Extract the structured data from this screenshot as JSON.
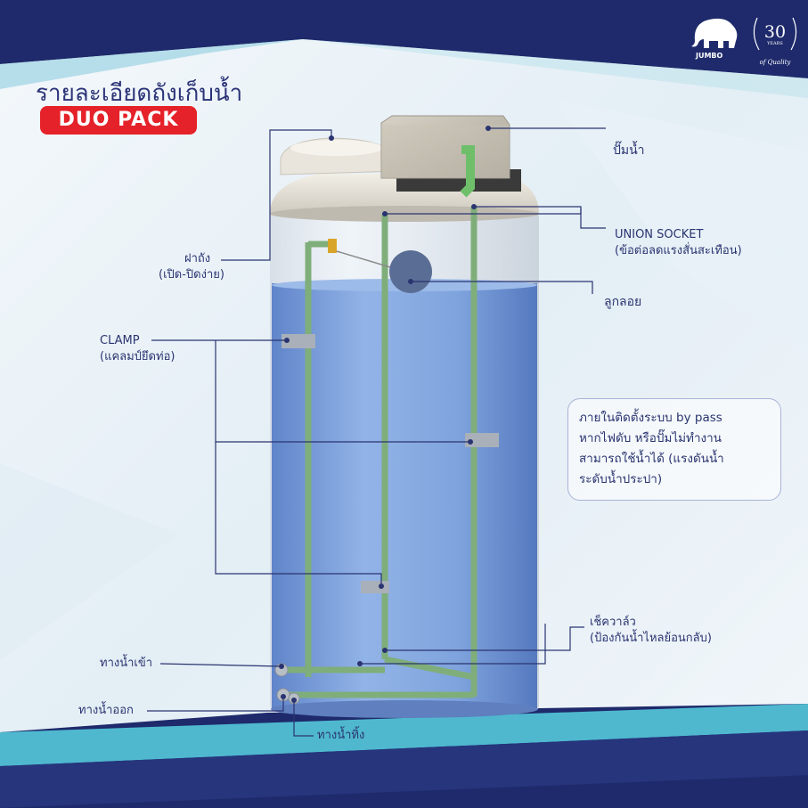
{
  "title": "รายละเอียดถังเก็บน้ำ",
  "badge": "DUO PACK",
  "brand": {
    "logo_text": "JUMBO",
    "anniversary_number": "30",
    "anniversary_years": "YEARS",
    "anniversary_caption": "of Quality"
  },
  "labels": {
    "pump": "ปั๊มน้ำ",
    "union_socket": "UNION SOCKET",
    "union_socket_sub": "(ข้อต่อลดแรงสั่นสะเทือน)",
    "lid": "ฝาถัง",
    "lid_sub": "(เปิด-ปิดง่าย)",
    "float": "ลูกลอย",
    "clamp": "CLAMP",
    "clamp_sub": "(แคลมป์ยึดท่อ)",
    "check_valve": "เช็ควาล์ว",
    "check_valve_sub": "(ป้องกันน้ำไหลย้อนกลับ)",
    "inlet": "ทางน้ำเข้า",
    "outlet": "ทางน้ำออก",
    "drain": "ทางน้ำทิ้ง"
  },
  "note": {
    "line1": "ภายในติดตั้งระบบ by pass",
    "line2": "หากไฟดับ หรือปั๊มไม่ทำงาน",
    "line3": "สามารถใช้น้ำได้ (แรงดันน้ำ",
    "line4": "ระดับน้ำประปา)"
  },
  "colors": {
    "navy": "#1e2a6b",
    "water": "#6f95d6",
    "pipe": "#7fae7a",
    "badge_red": "#e52229",
    "leader": "#2a3470"
  }
}
